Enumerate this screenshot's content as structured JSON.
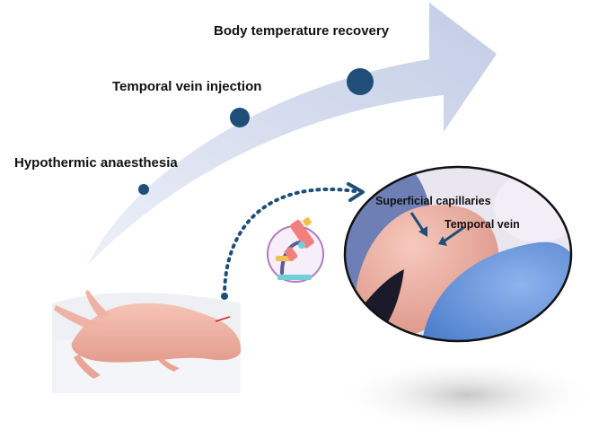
{
  "steps": [
    {
      "label": "Hypothermic anaesthesia"
    },
    {
      "label": "Temporal vein injection"
    },
    {
      "label": "Body temperature recovery"
    }
  ],
  "zoom": {
    "labels": [
      "Superficial capillaries",
      "Temporal vein"
    ]
  },
  "colors": {
    "arrow_fill": "#c9d2e8",
    "marker": "#1f4e79",
    "pup_skin": "#f2b3a6",
    "glove": "#6f9ce0",
    "microscope": "#f27e7e",
    "icon_ring": "#b07cc6"
  },
  "icons": [
    "microscope-icon",
    "annotation-arrow-icon"
  ]
}
